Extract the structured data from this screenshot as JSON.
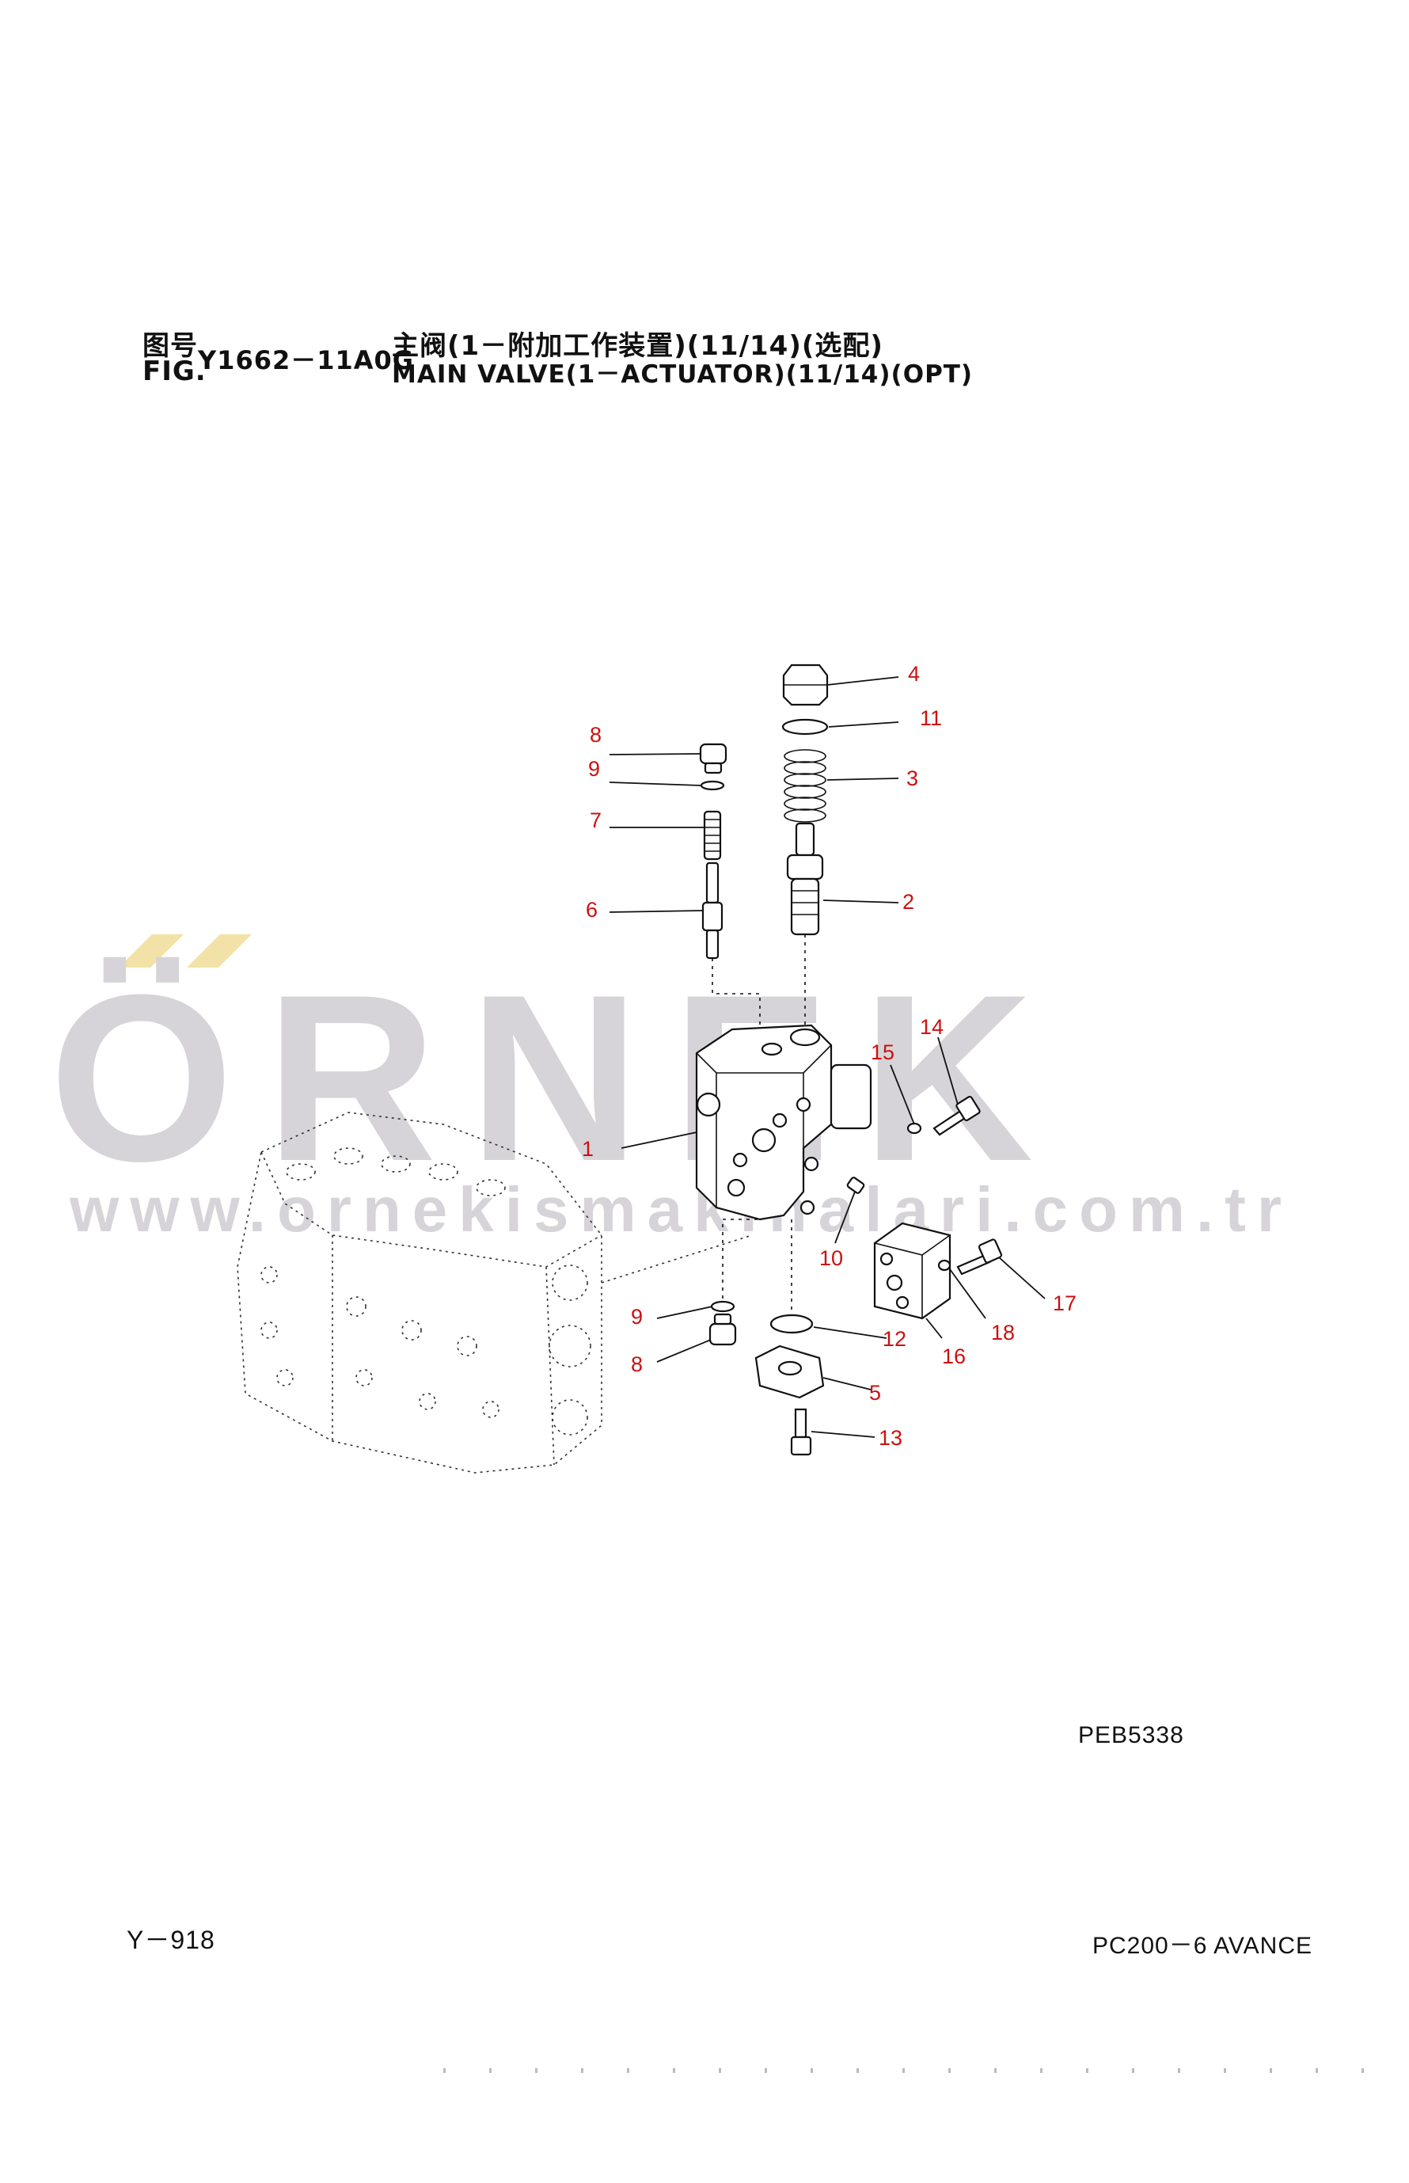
{
  "header": {
    "fig_cn_prefix": "图号",
    "fig_en_prefix": "FIG.",
    "fig_number": "Y1662－11A0G",
    "title_cn": "主阀(1－附加工作装置)(11/14)(选配)",
    "title_en": "MAIN VALVE(1－ACTUATOR)(11/14)(OPT)"
  },
  "watermark": {
    "brand": "ÖRNEK",
    "url": "www.ornekismakinalari.com.tr",
    "accent_color": "#f2e2a8",
    "gray_color": "#d6d4d8"
  },
  "diagram": {
    "drawing_code": "PEB5338",
    "callouts": [
      "1",
      "2",
      "3",
      "4",
      "5",
      "6",
      "7",
      "8",
      "9",
      "10",
      "11",
      "12",
      "13",
      "14",
      "15",
      "16",
      "17",
      "18",
      "8",
      "9"
    ],
    "callout_color": "#cc1111"
  },
  "footer": {
    "page_ref": "Y－918",
    "model": "PC200－6 AVANCE"
  }
}
